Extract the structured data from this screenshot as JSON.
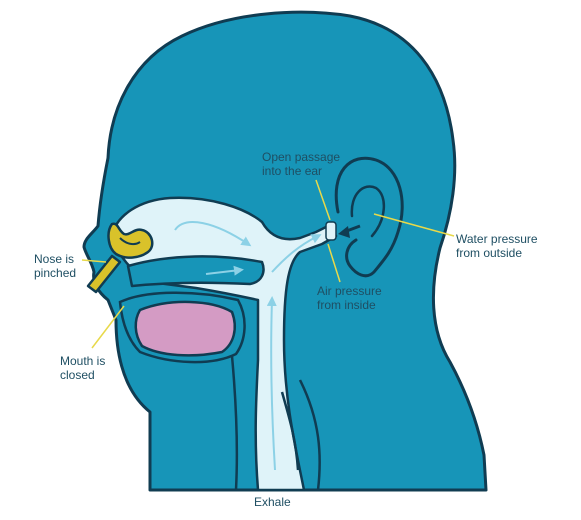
{
  "labels": {
    "nose_line1": "Nose is",
    "nose_line2": "pinched",
    "mouth_line1": "Mouth is",
    "mouth_line2": "closed",
    "open_line1": "Open passage",
    "open_line2": "into the ear",
    "air_line1": "Air pressure",
    "air_line2": "from inside",
    "water_line1": "Water pressure",
    "water_line2": "from outside",
    "exhale": "Exhale"
  },
  "colors": {
    "head_fill": "#1795b8",
    "outline": "#103c52",
    "airway_fill": "#dff3f9",
    "arrow": "#8cd1e6",
    "tongue_mouth": "#d49bc4",
    "clip": "#d9c22a",
    "leader_line": "#e8d94a",
    "label_text": "#1f4f63"
  }
}
